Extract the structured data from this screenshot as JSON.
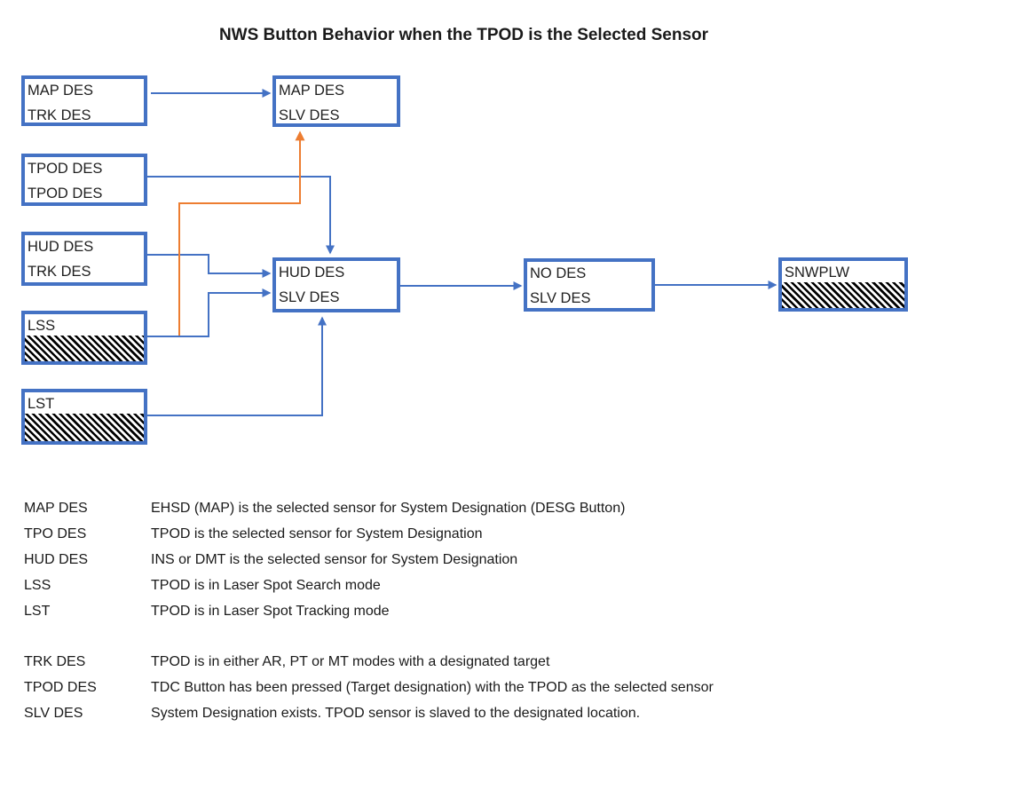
{
  "title": "NWS Button Behavior when the TPOD is the Selected Sensor",
  "colors": {
    "box_border": "#4472C4",
    "arrow_blue": "#4472C4",
    "arrow_orange": "#ED7D31",
    "hatch": "#000000"
  },
  "boxes": {
    "map_trk": {
      "line1": "MAP DES",
      "line2": "TRK DES"
    },
    "map_slv": {
      "line1": "MAP DES",
      "line2": "SLV DES"
    },
    "tpod_tpod": {
      "line1": "TPOD DES",
      "line2": "TPOD DES"
    },
    "hud_trk": {
      "line1": "HUD DES",
      "line2": "TRK DES"
    },
    "lss": {
      "label": "LSS"
    },
    "lst": {
      "label": "LST"
    },
    "hud_slv": {
      "line1": "HUD DES",
      "line2": "SLV DES"
    },
    "no_slv": {
      "line1": "NO DES",
      "line2": "SLV DES"
    },
    "snwplw": {
      "label": "SNWPLW"
    }
  },
  "legend": {
    "group1": [
      {
        "term": "MAP DES",
        "definition": "EHSD (MAP) is the selected sensor for System Designation (DESG Button)"
      },
      {
        "term": "TPO DES",
        "definition": "TPOD is the selected sensor for System Designation"
      },
      {
        "term": "HUD DES",
        "definition": "INS or DMT is the selected sensor for System Designation"
      },
      {
        "term": "LSS",
        "definition": "TPOD is in Laser Spot Search mode"
      },
      {
        "term": "LST",
        "definition": "TPOD is in Laser Spot Tracking mode"
      }
    ],
    "group2": [
      {
        "term": "TRK DES",
        "definition": "TPOD is in either AR, PT or MT modes with a designated target"
      },
      {
        "term": "TPOD DES",
        "definition": "TDC Button has been pressed (Target designation) with the TPOD as the selected sensor"
      },
      {
        "term": "SLV DES",
        "definition": "System Designation exists. TPOD sensor is slaved to the designated location."
      }
    ]
  }
}
